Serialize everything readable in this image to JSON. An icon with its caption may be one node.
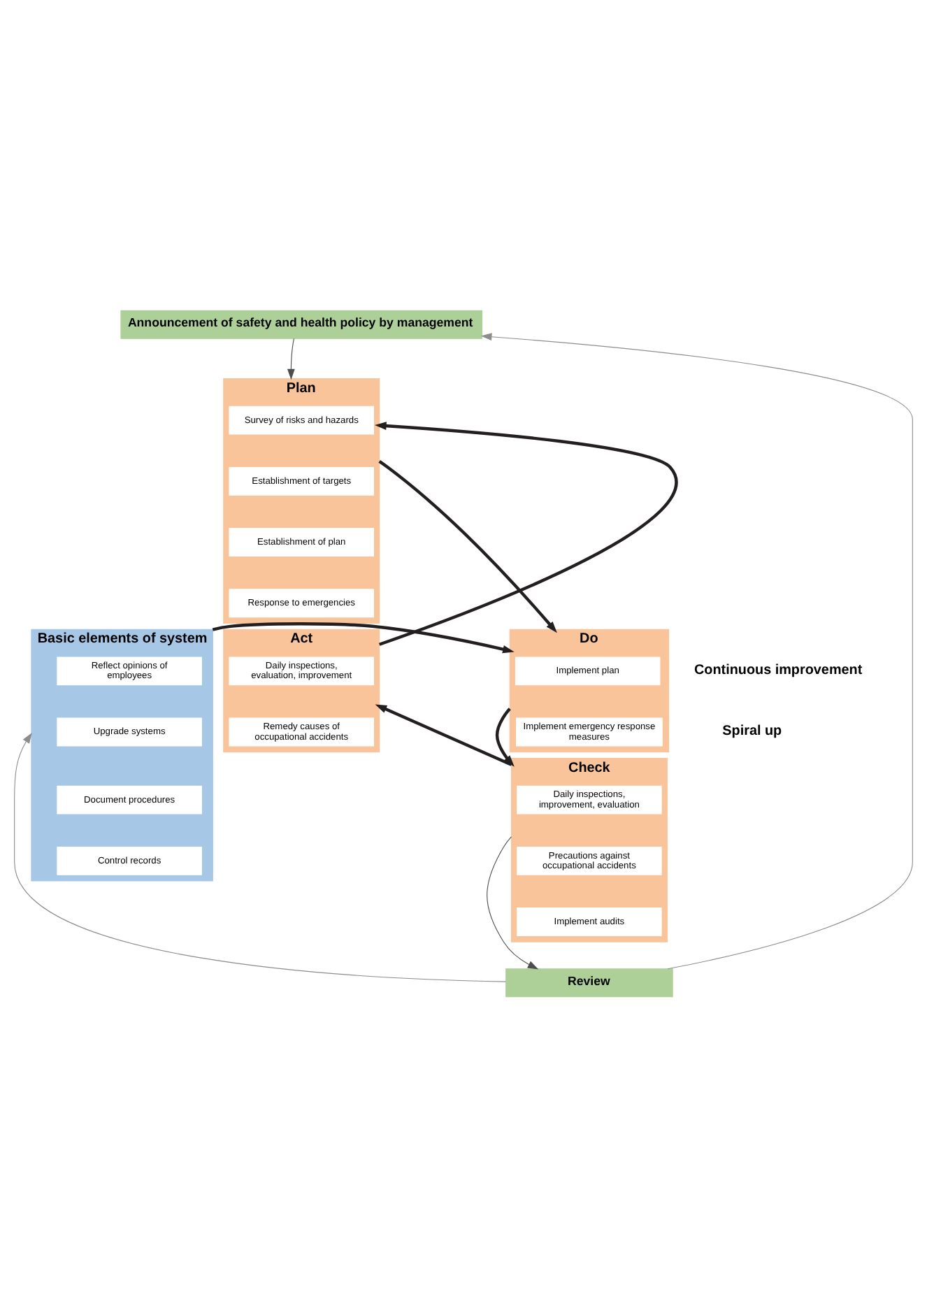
{
  "diagram": {
    "nodes": [
      {
        "text": [
          "Announcement of safety and health policy by management"
        ]
      },
      {
        "text": [
          "Plan"
        ]
      },
      {
        "text": [
          "Survey of risks and hazards"
        ],
        "in": 1
      },
      {
        "text": [
          "Establishment of targets"
        ],
        "in": 1
      },
      {
        "text": [
          "Establishment of plan"
        ],
        "in": 1
      },
      {
        "text": [
          "Response to emergencies"
        ],
        "in": 1
      },
      {
        "text": [
          "Act"
        ]
      },
      {
        "text": [
          "Daily inspections, evaluation, improvement"
        ],
        "in": 6
      },
      {
        "text": [
          "Remedy causes of occupational accidents"
        ],
        "in": 6
      },
      {
        "text": [
          "Do"
        ]
      },
      {
        "text": [
          "Implement plan"
        ],
        "in": 9
      },
      {
        "text": [
          "Implement emergency response measures"
        ],
        "in": 9
      },
      {
        "text": [
          "Check"
        ]
      },
      {
        "text": [
          "Daily inspections, improvement, evaluation"
        ],
        "in": 12
      },
      {
        "text": [
          "Precautions against occupational accidents"
        ],
        "in": 12
      },
      {
        "text": [
          "Implement audits"
        ],
        "in": 12
      },
      {
        "text": [
          "Basic elements of system"
        ]
      },
      {
        "text": [
          "Reflect opinions of employees"
        ],
        "in": 16
      },
      {
        "text": [
          "Upgrade systems"
        ],
        "in": 16
      },
      {
        "text": [
          "Document procedures"
        ],
        "in": 16
      },
      {
        "text": [
          "Control records"
        ],
        "in": 16
      },
      {
        "text": [
          "Review"
        ]
      }
    ],
    "edges": [
      {
        "from": 0,
        "to": 1,
        "arrow": "to",
        "color": "#4d4d4d"
      },
      {
        "from": 1,
        "to": 9,
        "arrow": "to"
      },
      {
        "from": 9,
        "to": 12,
        "arrow": "to"
      },
      {
        "from": 12,
        "to": 6,
        "arrow": "to"
      },
      {
        "from": 6,
        "to": 1,
        "arrow": "to"
      },
      {
        "from": 16,
        "to": 9,
        "arrow": "to"
      },
      {
        "from": 12,
        "to": 21,
        "arrow": "to",
        "color": "#4d4d4d"
      },
      {
        "from": 21,
        "to": 0,
        "arrow": "to",
        "color": "#8c8c8c"
      },
      {
        "from": 21,
        "to": 16,
        "arrow": "to",
        "color": "#8c8c8c"
      }
    ],
    "labels": [
      "Continuous improvement",
      "Spiral up"
    ]
  }
}
